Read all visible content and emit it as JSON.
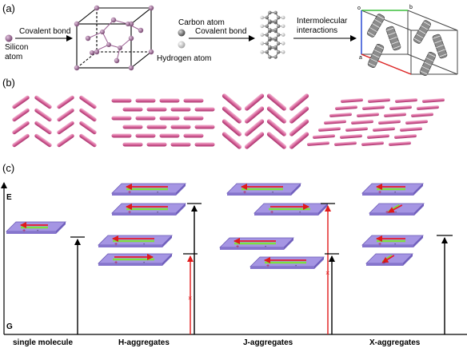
{
  "panel_a": {
    "label": "(a)",
    "silicon_atom": [
      "Silicon",
      "atom"
    ],
    "covalent_bond_1": "Covalent bond",
    "carbon_atom": "Carbon atom",
    "hydrogen_atom": "Hydrogen atom",
    "covalent_bond_2": "Covalent bond",
    "intermolecular": [
      "Intermolecular",
      "interactions"
    ],
    "crystal_axes": {
      "o": "o",
      "b": "b",
      "a": "a"
    }
  },
  "panel_b": {
    "label": "(b)"
  },
  "panel_c": {
    "label": "(c)",
    "axis_top": "E",
    "axis_bottom": "G",
    "cross_mark": "×",
    "plus": "+",
    "minus": "-",
    "captions": [
      "single molecule",
      "H-aggregates",
      "J-aggregates",
      "X-aggregates"
    ]
  },
  "colors": {
    "rod": "#d9679d",
    "plate": "#a595e3",
    "arrow": "#e8192c",
    "bar": "#7de040",
    "allowed": "#000000",
    "forbidden": "#e01a1a",
    "silicon": "#8f5e87",
    "carbon": "#7a7a7a",
    "hydrogen": "#d8d8d8"
  }
}
